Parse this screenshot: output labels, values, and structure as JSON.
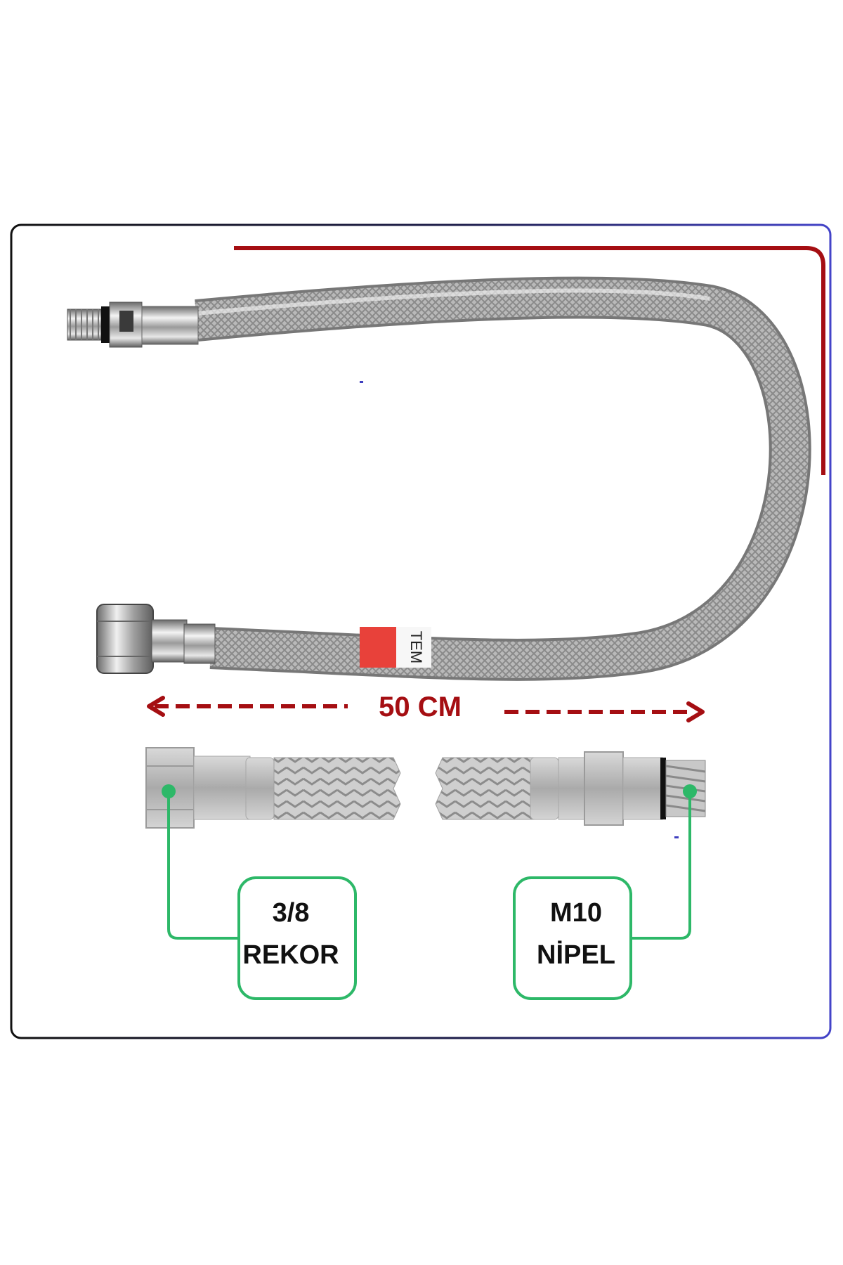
{
  "product": {
    "length_label": "50 CM",
    "hose_print": "TEM"
  },
  "callouts": {
    "left": {
      "line1": "3/8",
      "line2": "REKOR"
    },
    "right": {
      "line1": "M10",
      "line2": "NİPEL"
    }
  },
  "colors": {
    "accent_red": "#a50e12",
    "callout_green": "#2db868",
    "frame_left": "#111111",
    "frame_right": "#3f3fbf",
    "band_red": "#e8413a"
  }
}
